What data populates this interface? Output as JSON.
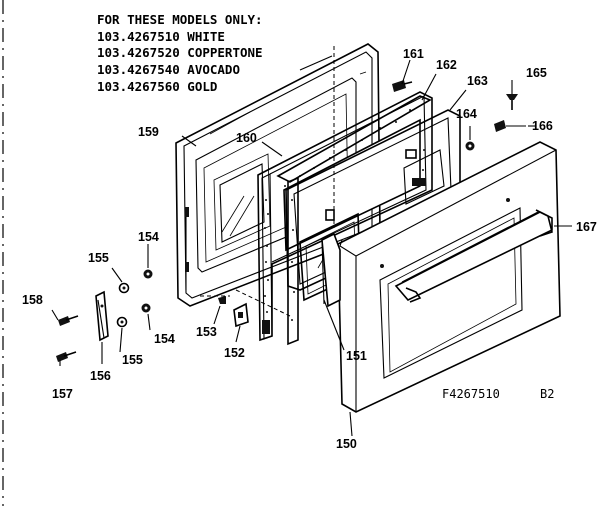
{
  "header": {
    "line1": "FOR THESE MODELS ONLY:",
    "line2": "103.4267510 WHITE",
    "line3": "103.4267520 COPPERTONE",
    "line4": "103.4267540 AVOCADO",
    "line5": "103.4267560 GOLD"
  },
  "callouts": {
    "p150": "150",
    "p151": "151",
    "p152": "152",
    "p153": "153",
    "p154a": "154",
    "p154b": "154",
    "p155a": "155",
    "p155b": "155",
    "p156": "156",
    "p157": "157",
    "p158": "158",
    "p159": "159",
    "p160": "160",
    "p161": "161",
    "p162": "162",
    "p163": "163",
    "p164": "164",
    "p165": "165",
    "p166": "166",
    "p167": "167"
  },
  "footer": {
    "drawing_code": "F4267510",
    "revision": "B2"
  }
}
